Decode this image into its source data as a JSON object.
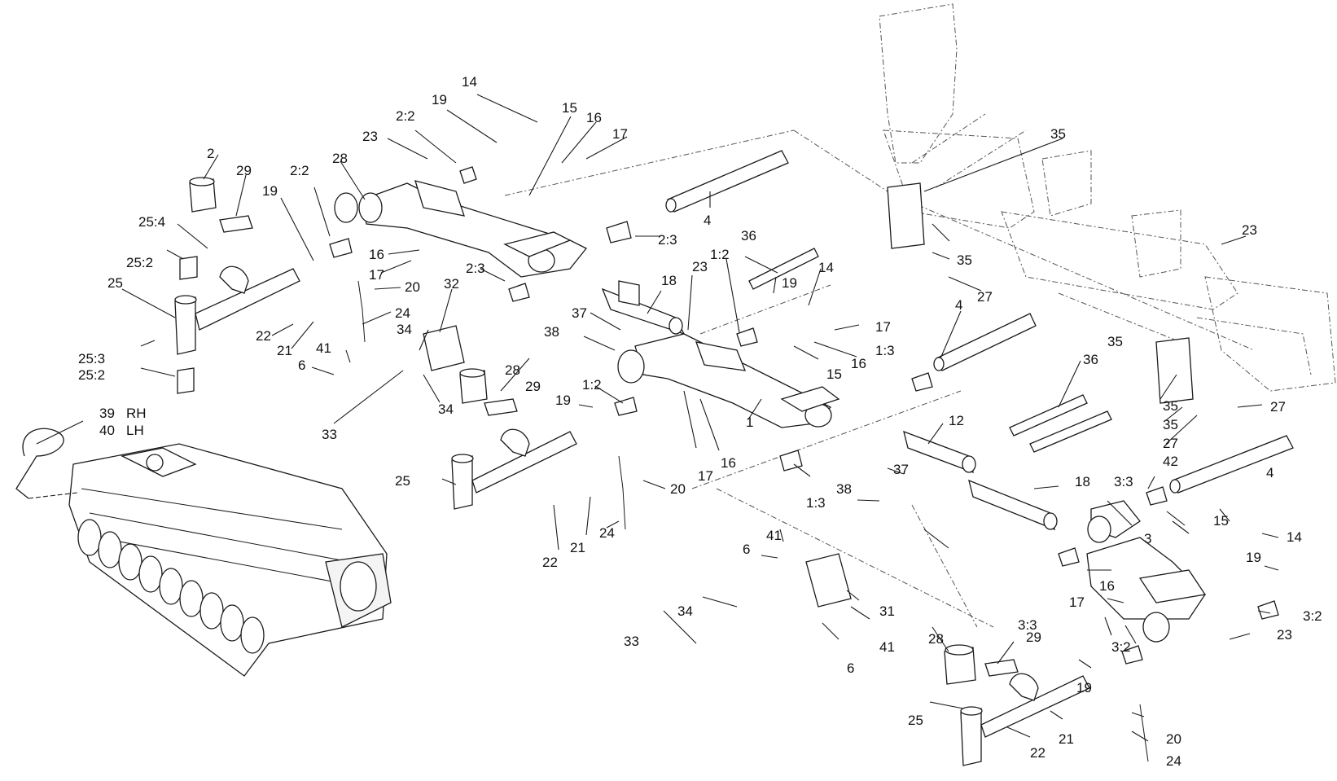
{
  "callouts": [
    "14",
    "19",
    "2:2",
    "15",
    "16",
    "17",
    "23",
    "2",
    "28",
    "29",
    "2:2",
    "25:4",
    "19",
    "25:2",
    "4",
    "2:3",
    "35",
    "16",
    "17",
    "20",
    "36",
    "1:2",
    "14",
    "18",
    "23",
    "25",
    "32",
    "2:3",
    "22",
    "34",
    "24",
    "37",
    "19",
    "17",
    "21",
    "38",
    "4",
    "25:3",
    "25:2",
    "41",
    "6",
    "1:3",
    "28",
    "29",
    "1:2",
    "19",
    "39",
    "RH",
    "40",
    "LH",
    "33",
    "34",
    "12",
    "36",
    "35",
    "1",
    "17",
    "16",
    "25",
    "20",
    "37",
    "38",
    "18",
    "3:3",
    "4",
    "1:3",
    "22",
    "21",
    "24",
    "6",
    "41",
    "31",
    "34",
    "33",
    "6",
    "41",
    "28",
    "29",
    "25",
    "22",
    "21",
    "20",
    "24",
    "19",
    "3:2",
    "3:3",
    "17",
    "16",
    "15",
    "14",
    "19",
    "3:2",
    "23",
    "3",
    "35",
    "35",
    "27",
    "35",
    "27",
    "27",
    "42",
    "23",
    "16",
    "15"
  ]
}
